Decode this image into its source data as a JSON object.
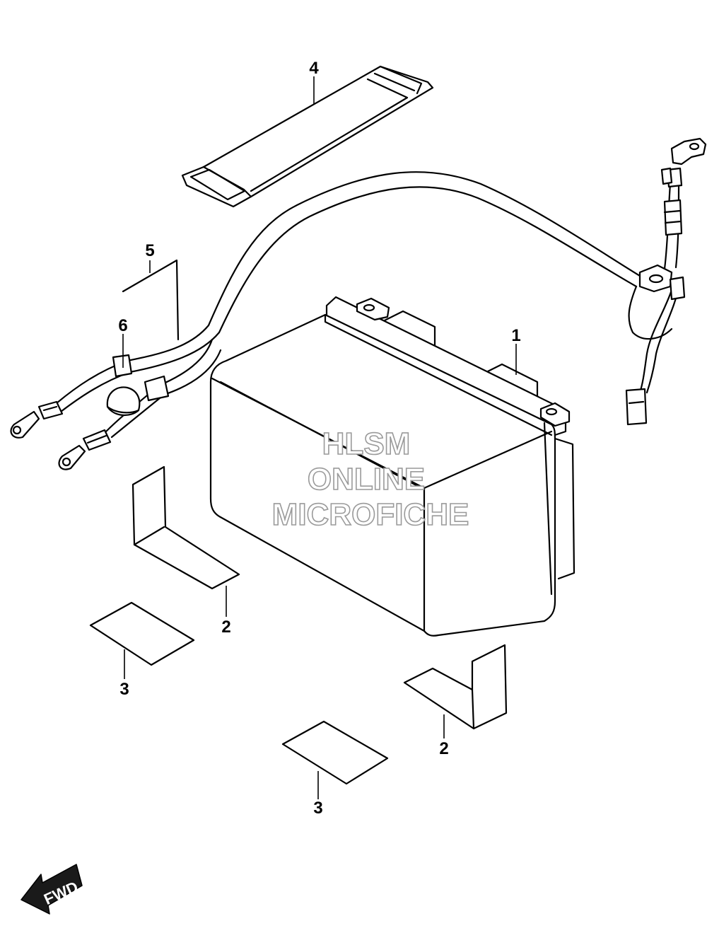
{
  "callouts": {
    "c1": "1",
    "c2a": "2",
    "c2b": "2",
    "c3a": "3",
    "c3b": "3",
    "c4": "4",
    "c5": "5",
    "c6": "6"
  },
  "watermark": {
    "line1": "HLSM",
    "line2": "ONLINE",
    "line3": "MICROFICHE"
  },
  "fwd_label": "FWD",
  "icons": {
    "fwd": "fwd-arrow-icon"
  }
}
